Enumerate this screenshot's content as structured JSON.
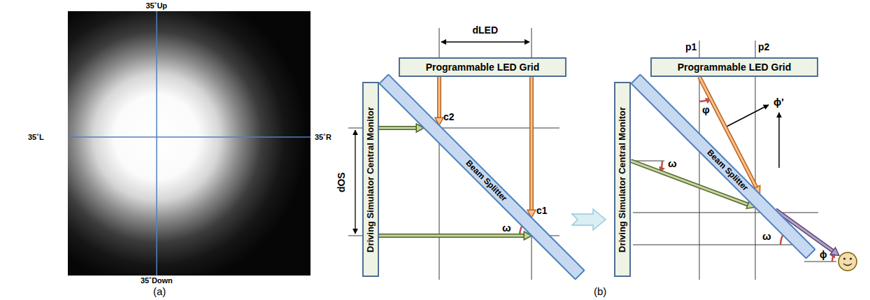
{
  "diagram": {
    "nodes": [
      {
        "text": [
          "Programmable LED Grid"
        ]
      },
      {
        "text": [
          "Driving Simulator Central Monitor"
        ]
      },
      {
        "text": [
          "Beam Splitter"
        ]
      },
      {
        "text": [
          "Programmable LED Grid"
        ]
      },
      {
        "text": [
          "Driving Simulator Central Monitor"
        ]
      },
      {
        "text": [
          "Beam Splitter"
        ]
      }
    ],
    "edges": [
      {
        "from": 0,
        "to": 2,
        "arrow": "to"
      },
      {
        "from": 0,
        "to": 2,
        "arrow": "to"
      },
      {
        "from": 1,
        "to": 2,
        "arrow": "to"
      },
      {
        "from": 1,
        "to": 2,
        "arrow": "to"
      },
      {
        "from": 3,
        "to": 5,
        "arrow": "to"
      },
      {
        "from": 4,
        "to": 5,
        "arrow": "to"
      }
    ],
    "labels": [
      "35˚Up",
      "35˚L",
      "35˚R",
      "35˚Down",
      "(a)",
      "dLED",
      "dOS",
      "c2",
      "c1",
      "ω",
      "(b)",
      "p1",
      "p2",
      "φ",
      "ϕ'",
      "ω",
      "ω",
      "ϕ"
    ]
  }
}
